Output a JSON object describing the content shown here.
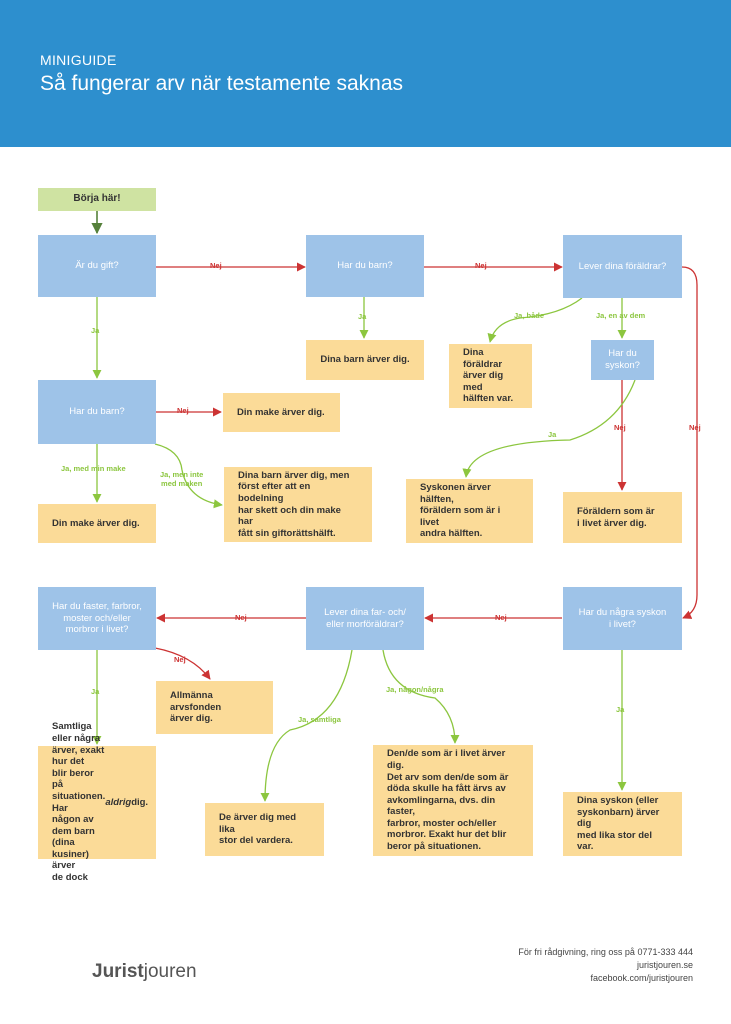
{
  "header": {
    "kicker": "MINIGUIDE",
    "title": "Så fungerar arv när testamente saknas"
  },
  "colors": {
    "header_blue": "#2d8fce",
    "question_box": "#9ec3e8",
    "answer_box": "#fbdb98",
    "start_box": "#cfe3a2",
    "no_arrow": "#cc3333",
    "yes_arrow": "#8cc63f"
  },
  "flowchart": {
    "start": "Börja här!",
    "q_married": "Är du gift?",
    "q_children_1": "Har du barn?",
    "q_parents_alive": "Lever dina föräldrar?",
    "q_children_2": "Har du barn?",
    "q_siblings_1": "Har du\nsyskon?",
    "q_any_siblings": "Har du några syskon\ni livet?",
    "q_grandparents": "Lever dina far- och/\neller morföräldrar?",
    "q_aunts_uncles": "Har du faster, farbror,\nmoster och/eller\nmorbror i livet?",
    "a_children_inherit": "Dina barn ärver dig.",
    "a_parents_half": "Dina föräldrar\närver dig med\nhälften var.",
    "a_spouse_inherits_1": "Din make ärver dig.",
    "a_spouse_inherits_2": "Din make ärver dig.",
    "a_children_after_spouse": "Dina barn ärver dig, men\nförst efter att en bodelning\nhar skett och din make har\nfått sin giftorättshälft.",
    "a_siblings_half": "Syskonen ärver hälften,\nföräldern som är i livet\nandra hälften.",
    "a_parent_inherits": "Föräldern som är\ni livet ärver dig.",
    "a_inheritance_fund": "Allmänna arvsfonden\närver dig.",
    "a_cousins_prefix": "Samtliga eller några\närver, exakt hur det\nblir beror på\nsituationen. Har\nnågon av dem barn\n(dina kusiner) ärver\nde dock ",
    "a_cousins_em": "aldrig",
    "a_cousins_suffix": " dig.",
    "a_grandparents_equal": "De ärver dig med lika\nstor del vardera.",
    "a_grandparents_some": "Den/de som är i livet ärver dig.\nDet arv som den/de som är\ndöda skulle ha fått ärvs av\navkomlingarna, dvs. din faster,\nfarbror, moster och/eller\nmorbror. Exakt hur det blir\nberor på situationen.",
    "a_siblings_equal": "Dina syskon (eller\nsyskonbarn) ärver dig\nmed lika stor del var."
  },
  "edge_labels": {
    "no": "Nej",
    "yes": "Ja",
    "yes_both": "Ja, både",
    "yes_one": "Ja, en av dem",
    "yes_with_spouse": "Ja, med min make",
    "yes_not_with_spouse": "Ja, men inte\nmed maken",
    "yes_all": "Ja, samtliga",
    "yes_some": "Ja, någon/några"
  },
  "footer": {
    "logo_bold": "Jurist",
    "logo_light": "jouren",
    "contact_line1": "För fri rådgivning, ring oss på 0771-333 444",
    "contact_line2": "juristjouren.se",
    "contact_line3": "facebook.com/juristjouren"
  }
}
